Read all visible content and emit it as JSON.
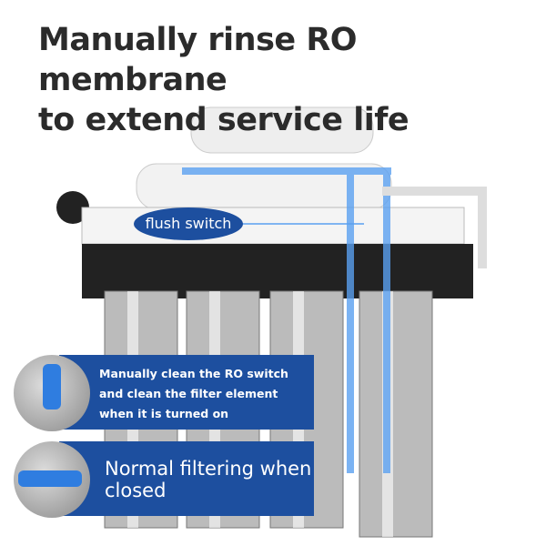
{
  "title": {
    "line1": "Manually rinse RO membrane",
    "line2": "to extend service life"
  },
  "flush_label": "flush switch",
  "panels": [
    {
      "text": "Manually clean the RO switch and clean the filter element when it is turned on"
    },
    {
      "text": "Normal filtering when closed"
    }
  ],
  "colors": {
    "blue": "#1d4f9f",
    "flow": "#5aa0f0",
    "arrow": "#3cc43c"
  }
}
